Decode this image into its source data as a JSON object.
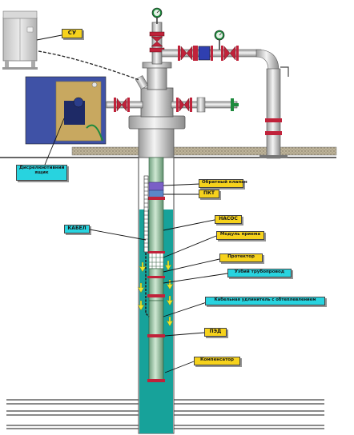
{
  "colors": {
    "callout_yellow": "#f6d21c",
    "callout_cyan": "#28d3df",
    "well_fluid": "#17a29a",
    "pipe_red": "#c0223a",
    "gauge_green": "#1e8a3d"
  },
  "labels": {
    "su": "СУ",
    "junction_box": "Дисрелюютивний ящик",
    "check_valve": "Обратный клапан",
    "pkt": "ПКТ",
    "pump": "НАСОС",
    "kabel": "КАБЕЛ",
    "intake_module": "Модуль приема",
    "protector": "Протектор",
    "bend": "Узбий трубопровод",
    "cable_extension": "Кабельная удлинитель с обтеплевлением",
    "motor": "ПЭД",
    "compensator": "Компенсатор"
  }
}
